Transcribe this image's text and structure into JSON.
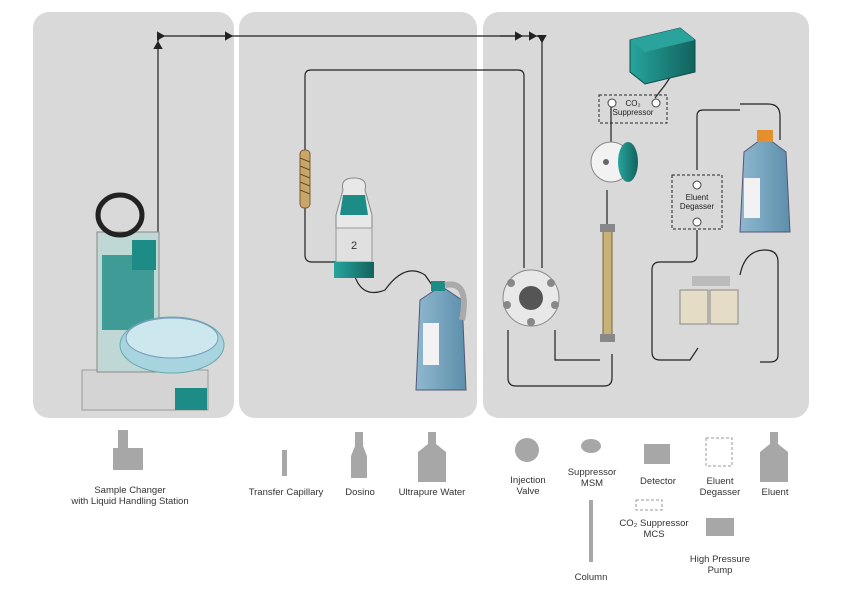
{
  "colors": {
    "panel": "#d9d9d9",
    "teal": "#1e8c86",
    "teal_dark": "#136560",
    "bottle": "#7aa7c2",
    "legend_gray": "#a7a7a7",
    "line": "#222222"
  },
  "diagram": {
    "dosino_number": "2",
    "co2_suppressor_label": "CO₂\nSuppressor",
    "eluent_degasser_label": "Eluent\nDegasser"
  },
  "legend": {
    "sample_changer": "Sample Changer\nwith Liquid Handling Station",
    "transfer_capillary": "Transfer Capillary",
    "dosino": "Dosino",
    "ultrapure_water": "Ultrapure Water",
    "injection_valve": "Injection\nValve",
    "suppressor_msm": "Suppressor\nMSM",
    "detector": "Detector",
    "eluent_degasser": "Eluent\nDegasser",
    "eluent": "Eluent",
    "co2_suppressor_mcs": "CO₂ Suppressor\nMCS",
    "column": "Column",
    "high_pressure_pump": "High Pressure\nPump"
  }
}
